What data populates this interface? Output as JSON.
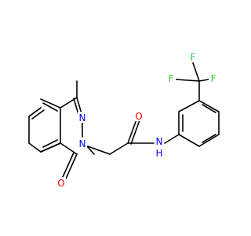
{
  "colors": {
    "bond": "#000000",
    "carbon": "#000000",
    "nitrogen": "#0000ff",
    "oxygen": "#ff0000",
    "fluorine": "#33cc33"
  },
  "atoms": [
    {
      "id": "N_ring_a",
      "label": "N",
      "element": "nitrogen"
    },
    {
      "id": "N_ring_b",
      "label": "N",
      "element": "nitrogen"
    },
    {
      "id": "O_ring_carbonyl",
      "label": "O",
      "element": "oxygen"
    },
    {
      "id": "O_amide",
      "label": "O",
      "element": "oxygen"
    },
    {
      "id": "N_amide",
      "label": "N",
      "element": "nitrogen"
    },
    {
      "id": "H_amide",
      "label": "H",
      "element": "nitrogen"
    },
    {
      "id": "F_1",
      "label": "F",
      "element": "fluorine"
    },
    {
      "id": "F_2",
      "label": "F",
      "element": "fluorine"
    },
    {
      "id": "F_3",
      "label": "F",
      "element": "fluorine"
    }
  ]
}
